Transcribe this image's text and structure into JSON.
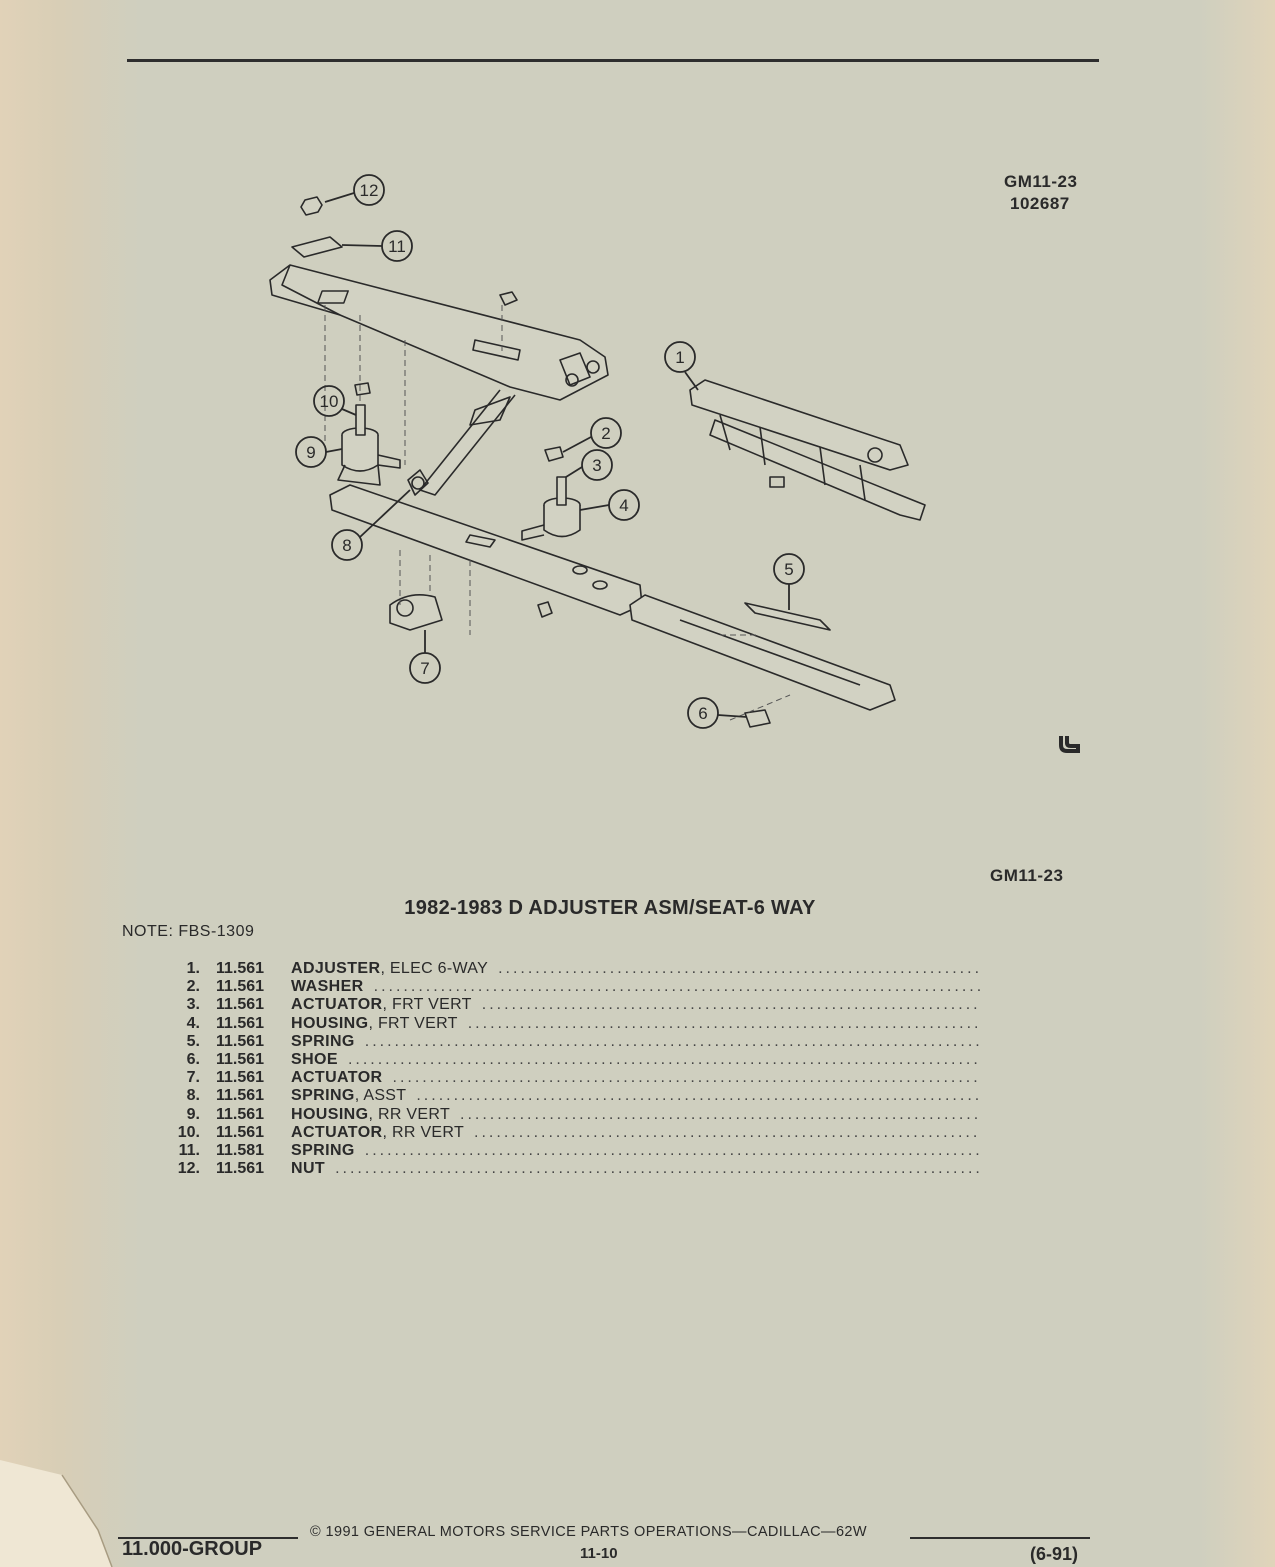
{
  "header": {
    "ref_code": "GM11-23",
    "ref_number": "102687"
  },
  "figure": {
    "caption_code": "GM11-23",
    "callouts": [
      "12",
      "11",
      "10",
      "9",
      "8",
      "7",
      "2",
      "3",
      "4",
      "1",
      "5",
      "6"
    ]
  },
  "title": "1982-1983 D ADJUSTER ASM/SEAT-6 WAY",
  "note": "NOTE:  FBS-1309",
  "parts": [
    {
      "num": "1.",
      "code": "11.561",
      "name": "ADJUSTER",
      "detail": ", ELEC 6-WAY"
    },
    {
      "num": "2.",
      "code": "11.561",
      "name": "WASHER",
      "detail": ""
    },
    {
      "num": "3.",
      "code": "11.561",
      "name": "ACTUATOR",
      "detail": ", FRT VERT"
    },
    {
      "num": "4.",
      "code": "11.561",
      "name": "HOUSING",
      "detail": ", FRT VERT"
    },
    {
      "num": "5.",
      "code": "11.561",
      "name": "SPRING",
      "detail": ""
    },
    {
      "num": "6.",
      "code": "11.561",
      "name": "SHOE",
      "detail": ""
    },
    {
      "num": "7.",
      "code": "11.561",
      "name": "ACTUATOR",
      "detail": ""
    },
    {
      "num": "8.",
      "code": "11.561",
      "name": "SPRING",
      "detail": ", ASST"
    },
    {
      "num": "9.",
      "code": "11.561",
      "name": "HOUSING",
      "detail": ", RR VERT"
    },
    {
      "num": "10.",
      "code": "11.561",
      "name": "ACTUATOR",
      "detail": ", RR VERT"
    },
    {
      "num": "11.",
      "code": "11.581",
      "name": "SPRING",
      "detail": ""
    },
    {
      "num": "12.",
      "code": "11.561",
      "name": "NUT",
      "detail": ""
    }
  ],
  "footer": {
    "copyright": "©  1991  GENERAL MOTORS SERVICE PARTS OPERATIONS—CADILLAC—62W",
    "group": "11.000-GROUP",
    "page": "11-10",
    "date": "(6-91)"
  }
}
